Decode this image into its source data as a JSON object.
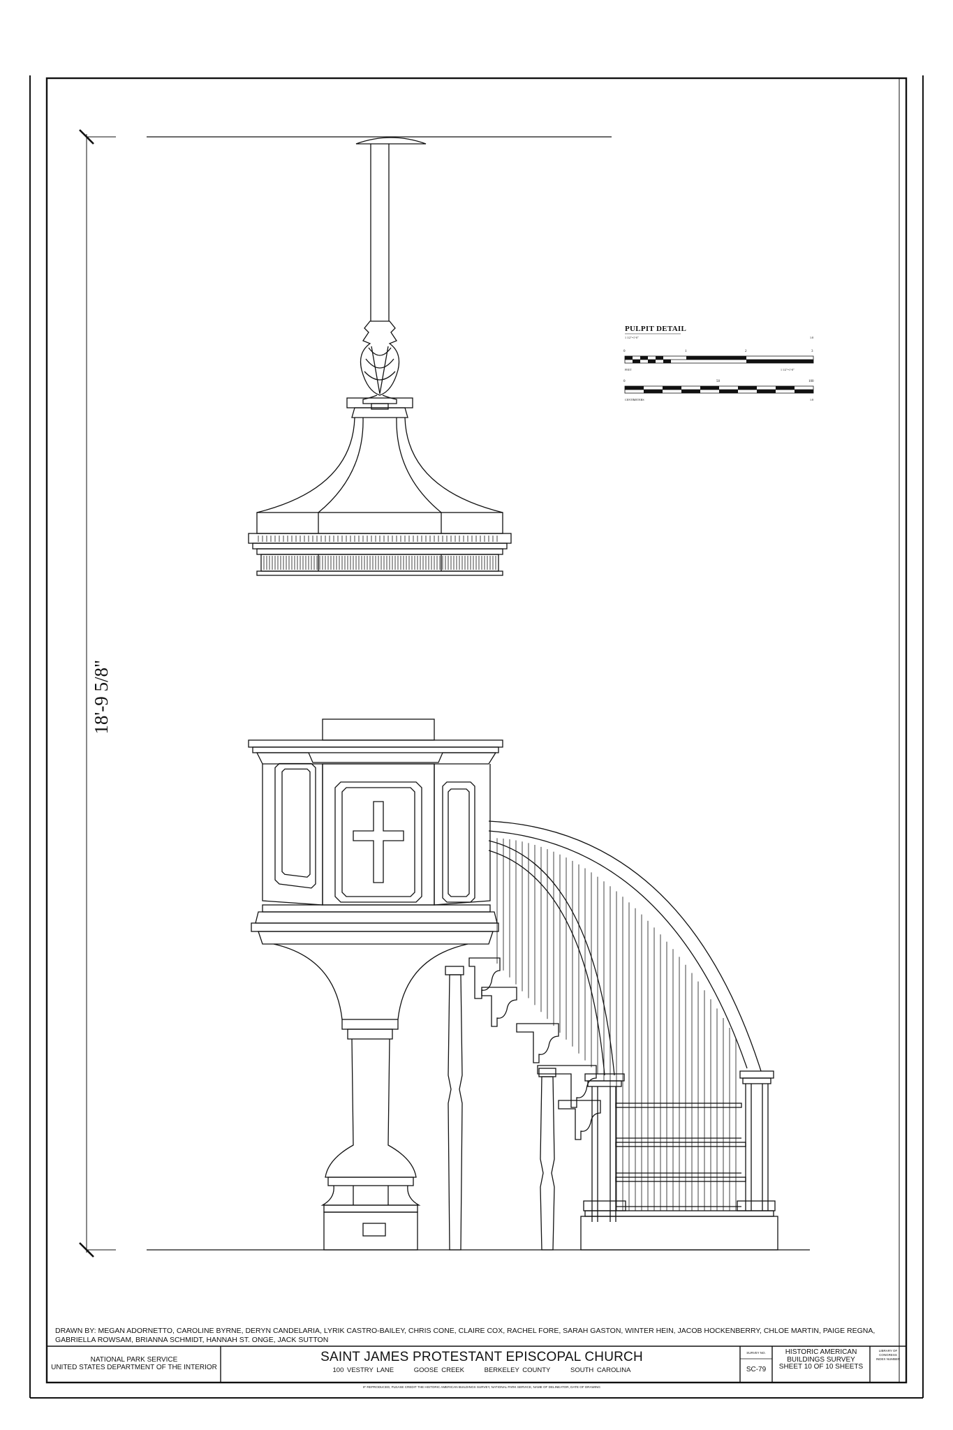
{
  "dimension": {
    "overall_height": "18'-9 5/8\""
  },
  "scale_legend": {
    "title": "PULPIT DETAIL",
    "scale_note": "1 1/2\"=1'-0\"",
    "scale_ratio": "1:8",
    "feet_label": "FEET",
    "feet_ticks": [
      "0",
      "1",
      "2",
      "3"
    ],
    "feet_scale_note": "1 1/2\"=1'-0\"",
    "cm_label": "CENTIMETERS",
    "cm_ticks": [
      "0",
      "50",
      "100"
    ],
    "cm_ratio": "1:8"
  },
  "credits": "DRAWN BY: MEGAN ADORNETTO, CAROLINE BYRNE, DERYN CANDELARIA, LYRIK CASTRO-BAILEY, CHRIS CONE, CLAIRE COX, RACHEL FORE, SARAH GASTON, WINTER HEIN, JACOB HOCKENBERRY, CHLOE MARTIN, PAIGE REGNA, GABRIELLA ROWSAM, BRIANNA SCHMIDT, HANNAH ST. ONGE, JACK SUTTON",
  "title_block": {
    "agency_line1": "NATIONAL PARK SERVICE",
    "agency_line2": "UNITED STATES DEPARTMENT OF THE INTERIOR",
    "project_title": "SAINT JAMES PROTESTANT EPISCOPAL CHURCH",
    "address": "100 VESTRY LANE",
    "city": "GOOSE CREEK",
    "county": "BERKELEY COUNTY",
    "state": "SOUTH CAROLINA",
    "survey_no_label": "SURVEY NO.",
    "survey_no": "SC-79",
    "habs_line1": "HISTORIC AMERICAN",
    "habs_line2": "BUILDINGS SURVEY",
    "sheet_info": "SHEET 10 OF 10 SHEETS",
    "loc_label1": "LIBRARY OF CONGRESS",
    "loc_label2": "INDEX NUMBER",
    "reproduction_note": "IF REPRODUCED, PLEASE CREDIT THE HISTORIC AMERICAN BUILDINGS SURVEY, NATIONAL PARK SERVICE, NAME OF DELINEATOR, DATE OF DRAWING"
  }
}
